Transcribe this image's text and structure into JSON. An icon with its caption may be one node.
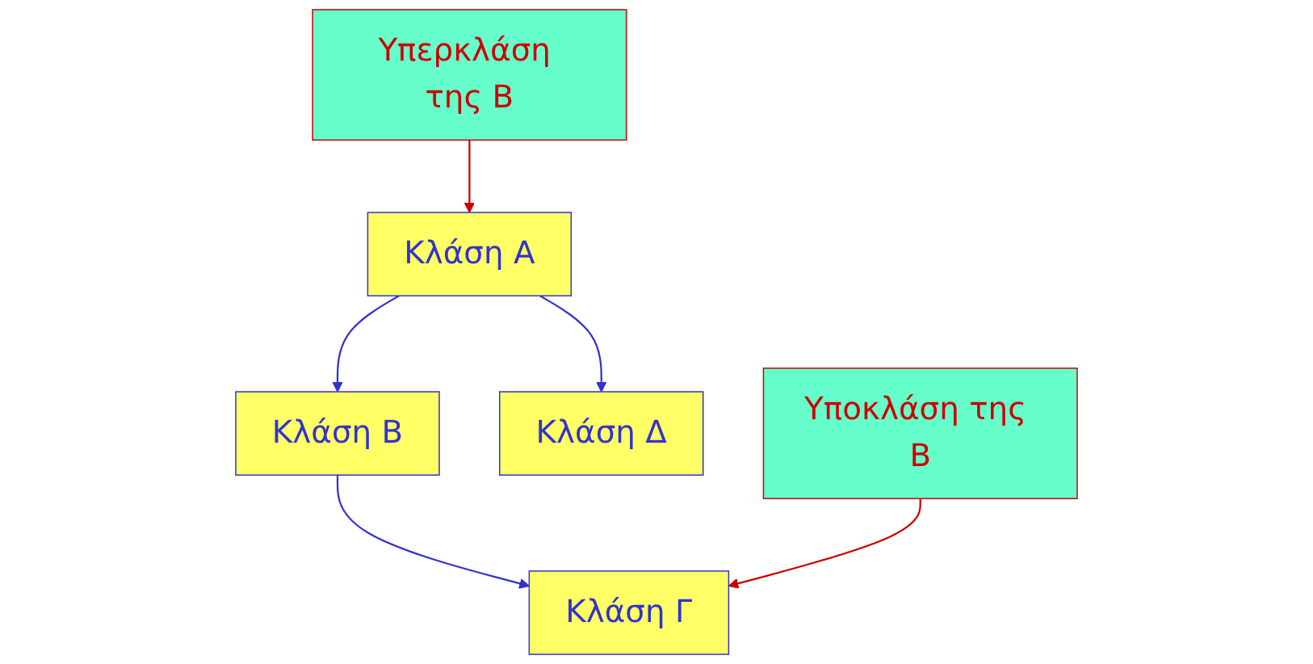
{
  "diagram": {
    "nodes": [
      {
        "text": [
          "Υπερκλάση της B"
        ]
      },
      {
        "text": [
          "Κλάση A"
        ]
      },
      {
        "text": [
          "Κλάση B"
        ]
      },
      {
        "text": [
          "Κλάση Δ"
        ]
      },
      {
        "text": [
          "Υποκλάση της B"
        ]
      },
      {
        "text": [
          "Κλάση Γ"
        ]
      }
    ],
    "edges": [
      {
        "from": 0,
        "to": 1,
        "arrow": "to",
        "color": "#cc0000"
      },
      {
        "from": 1,
        "to": 2,
        "arrow": "to"
      },
      {
        "from": 1,
        "to": 3,
        "arrow": "to"
      },
      {
        "from": 2,
        "to": 5,
        "arrow": "to"
      },
      {
        "from": 4,
        "to": 5,
        "arrow": "to",
        "color": "#cc0000"
      }
    ]
  }
}
